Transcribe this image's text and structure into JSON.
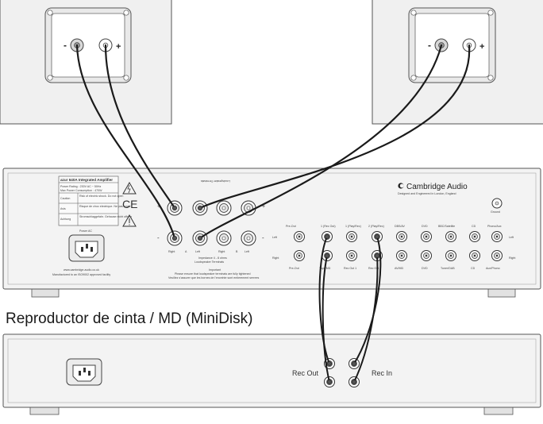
{
  "tape_deck": {
    "title": "Reproductor de cinta / MD (MiniDisk)",
    "rec_out_label": "Rec Out",
    "rec_in_label": "Rec In"
  },
  "speakers": {
    "minus": "-",
    "plus": "+"
  },
  "amplifier": {
    "brand": "Cambridge Audio",
    "brand_tagline": "Designed and Engineered in London, England",
    "model": "azur 640A Integrated Amplifier",
    "specs": [
      "Power Rating : 230V AC ~ 50Hz",
      "Max Power Consumption : 470W"
    ],
    "warnings": [
      {
        "label": "Caution",
        "text": "Risk of electric shock. Do not open"
      },
      {
        "label": "Avis",
        "text": "Risque de choc electrique. Ne pas ouvrir"
      },
      {
        "label": "Achtung",
        "text": "Stromschlaggefahr. Gehause nicht offnen"
      }
    ],
    "power_ac": "Power AC",
    "website": "www.cambridge-audio.co.uk",
    "manufactured": "Manufactured to an ISO9002 approved facility",
    "speaker_terminals": {
      "title": "Loudspeaker Terminals",
      "impedance": "Impedance 4 - 8 ohms",
      "top_label": "Loudspeaker Terminals",
      "col_labels": [
        "Right",
        "A",
        "Left",
        "Right",
        "B",
        "Left"
      ],
      "important_title": "Important",
      "important_text": "Please ensure that loudspeaker terminals are fully tightened",
      "important_text_fr": "Veuillez s'assurer que les bornes de l'enceinte sont entierement serrees"
    },
    "rca_header": [
      "Pre-Out",
      "1 (Rec Out)",
      "1 (Play/Rec)",
      "2 (Play/Rec)",
      "DBS/AV",
      "DVD",
      "BBC/Satellite",
      "CD",
      "Phono/Aux"
    ],
    "rca_footer": [
      "Pre-Out",
      "Tape/MD",
      "Rec Out 1",
      "Rec Out 2",
      "AV/MD",
      "DVD",
      "Tuner/DAB",
      "CD",
      "Aux/Phono"
    ],
    "row_left": "Left",
    "row_right": "Right",
    "ground": "Ground"
  }
}
